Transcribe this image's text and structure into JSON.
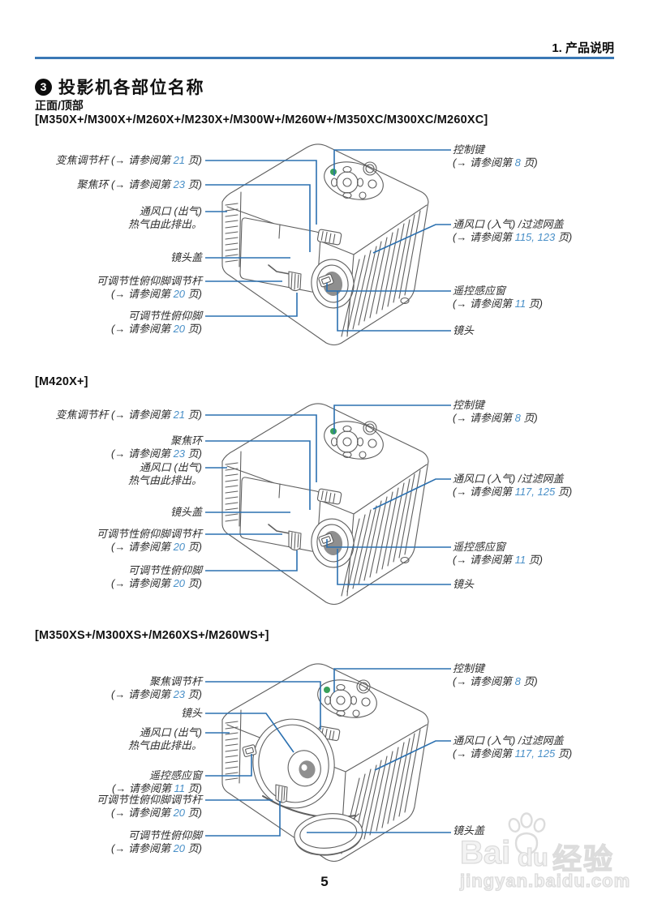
{
  "page": {
    "header_right": "1. 产品说明",
    "title_bullet": "3",
    "title": "投影机各部位名称",
    "subtitle": "正面/顶部",
    "page_number": "5"
  },
  "colors": {
    "rule_blue": "#3a78b5",
    "leader_blue": "#2b70b0",
    "ref_blue": "#4a90c8",
    "green_button": "#3aa05a",
    "drawing_gray": "#5f5f5f",
    "watermark_gray": "#dcdcdc"
  },
  "watermark": {
    "brand_latin_1": "Bai",
    "brand_latin_2": "du",
    "brand_cn": "经验",
    "url": "jingyan.baidu.com",
    "icon": "paw-print-icon"
  },
  "sections": [
    {
      "models": "[M350X+/M300X+/M260X+/M230X+/M300W+/M260W+/M350XC/M300XC/M260XC]",
      "labels_left": [
        {
          "name": "zoom-lever",
          "lines": [
            [
              {
                "t": "变焦调节杆 (→ 请参阅第 "
              },
              {
                "t": "21",
                "b": true
              },
              {
                "t": " 页)"
              }
            ]
          ]
        },
        {
          "name": "focus-ring",
          "lines": [
            [
              {
                "t": "聚焦环 (→ 请参阅第 "
              },
              {
                "t": "23",
                "b": true
              },
              {
                "t": " 页)"
              }
            ]
          ]
        },
        {
          "name": "exhaust-vent",
          "lines": [
            [
              {
                "t": "通风口 (出气)"
              }
            ],
            [
              {
                "t": "热气由此排出。"
              }
            ]
          ]
        },
        {
          "name": "lens-cap",
          "lines": [
            [
              {
                "t": "镜头盖"
              }
            ]
          ]
        },
        {
          "name": "tilt-foot-lever",
          "lines": [
            [
              {
                "t": "可调节性俯仰脚调节杆"
              }
            ],
            [
              {
                "t": "(→ 请参阅第 "
              },
              {
                "t": "20",
                "b": true
              },
              {
                "t": " 页)"
              }
            ]
          ]
        },
        {
          "name": "tilt-foot",
          "lines": [
            [
              {
                "t": "可调节性俯仰脚"
              }
            ],
            [
              {
                "t": "(→ 请参阅第 "
              },
              {
                "t": "20",
                "b": true
              },
              {
                "t": " 页)"
              }
            ]
          ]
        }
      ],
      "labels_right": [
        {
          "name": "control-keys",
          "lines": [
            [
              {
                "t": "控制键"
              }
            ],
            [
              {
                "t": "(→ 请参阅第 "
              },
              {
                "t": "8",
                "b": true
              },
              {
                "t": " 页)"
              }
            ]
          ]
        },
        {
          "name": "intake-vent-filter",
          "lines": [
            [
              {
                "t": "通风口 (入气) /过滤网盖"
              }
            ],
            [
              {
                "t": "(→ 请参阅第 "
              },
              {
                "t": "115, 123",
                "b": true
              },
              {
                "t": " 页)"
              }
            ]
          ]
        },
        {
          "name": "remote-sensor",
          "lines": [
            [
              {
                "t": "遥控感应窗"
              }
            ],
            [
              {
                "t": "(→ 请参阅第 "
              },
              {
                "t": "11",
                "b": true
              },
              {
                "t": " 页)"
              }
            ]
          ]
        },
        {
          "name": "lens",
          "lines": [
            [
              {
                "t": "镜头"
              }
            ]
          ]
        }
      ]
    },
    {
      "models": "[M420X+]",
      "labels_left": [
        {
          "name": "zoom-lever",
          "lines": [
            [
              {
                "t": "变焦调节杆 (→ 请参阅第 "
              },
              {
                "t": "21",
                "b": true
              },
              {
                "t": " 页)"
              }
            ]
          ]
        },
        {
          "name": "focus-ring",
          "lines": [
            [
              {
                "t": "聚焦环"
              }
            ],
            [
              {
                "t": "(→ 请参阅第 "
              },
              {
                "t": "23",
                "b": true
              },
              {
                "t": " 页)"
              }
            ]
          ]
        },
        {
          "name": "exhaust-vent",
          "lines": [
            [
              {
                "t": "通风口 (出气)"
              }
            ],
            [
              {
                "t": "热气由此排出。"
              }
            ]
          ]
        },
        {
          "name": "lens-cap",
          "lines": [
            [
              {
                "t": "镜头盖"
              }
            ]
          ]
        },
        {
          "name": "tilt-foot-lever",
          "lines": [
            [
              {
                "t": "可调节性俯仰脚调节杆"
              }
            ],
            [
              {
                "t": "(→ 请参阅第 "
              },
              {
                "t": "20",
                "b": true
              },
              {
                "t": " 页)"
              }
            ]
          ]
        },
        {
          "name": "tilt-foot",
          "lines": [
            [
              {
                "t": "可调节性俯仰脚"
              }
            ],
            [
              {
                "t": "(→ 请参阅第 "
              },
              {
                "t": "20",
                "b": true
              },
              {
                "t": " 页)"
              }
            ]
          ]
        }
      ],
      "labels_right": [
        {
          "name": "control-keys",
          "lines": [
            [
              {
                "t": "控制键"
              }
            ],
            [
              {
                "t": "(→ 请参阅第 "
              },
              {
                "t": "8",
                "b": true
              },
              {
                "t": " 页)"
              }
            ]
          ]
        },
        {
          "name": "intake-vent-filter",
          "lines": [
            [
              {
                "t": "通风口 (入气) /过滤网盖"
              }
            ],
            [
              {
                "t": "(→ 请参阅第 "
              },
              {
                "t": "117, 125",
                "b": true
              },
              {
                "t": " 页)"
              }
            ]
          ]
        },
        {
          "name": "remote-sensor",
          "lines": [
            [
              {
                "t": "遥控感应窗"
              }
            ],
            [
              {
                "t": "(→ 请参阅第 "
              },
              {
                "t": "11",
                "b": true
              },
              {
                "t": " 页)"
              }
            ]
          ]
        },
        {
          "name": "lens",
          "lines": [
            [
              {
                "t": "镜头"
              }
            ]
          ]
        }
      ]
    },
    {
      "models": "[M350XS+/M300XS+/M260XS+/M260WS+]",
      "labels_left": [
        {
          "name": "focus-lever",
          "lines": [
            [
              {
                "t": "聚焦调节杆"
              }
            ],
            [
              {
                "t": "(→ 请参阅第 "
              },
              {
                "t": "23",
                "b": true
              },
              {
                "t": " 页)"
              }
            ]
          ]
        },
        {
          "name": "lens",
          "lines": [
            [
              {
                "t": "镜头"
              }
            ]
          ]
        },
        {
          "name": "exhaust-vent",
          "lines": [
            [
              {
                "t": "通风口 (出气)"
              }
            ],
            [
              {
                "t": "热气由此排出。"
              }
            ]
          ]
        },
        {
          "name": "remote-sensor",
          "lines": [
            [
              {
                "t": "遥控感应窗"
              }
            ],
            [
              {
                "t": "(→ 请参阅第 "
              },
              {
                "t": "11",
                "b": true
              },
              {
                "t": " 页)"
              }
            ]
          ]
        },
        {
          "name": "tilt-foot-lever",
          "lines": [
            [
              {
                "t": "可调节性俯仰脚调节杆"
              }
            ],
            [
              {
                "t": "(→ 请参阅第 "
              },
              {
                "t": "20",
                "b": true
              },
              {
                "t": " 页)"
              }
            ]
          ]
        },
        {
          "name": "tilt-foot",
          "lines": [
            [
              {
                "t": "可调节性俯仰脚"
              }
            ],
            [
              {
                "t": "(→ 请参阅第 "
              },
              {
                "t": "20",
                "b": true
              },
              {
                "t": " 页)"
              }
            ]
          ]
        }
      ],
      "labels_right": [
        {
          "name": "control-keys",
          "lines": [
            [
              {
                "t": "控制键"
              }
            ],
            [
              {
                "t": "(→ 请参阅第 "
              },
              {
                "t": "8",
                "b": true
              },
              {
                "t": " 页)"
              }
            ]
          ]
        },
        {
          "name": "intake-vent-filter",
          "lines": [
            [
              {
                "t": "通风口 (入气) /过滤网盖"
              }
            ],
            [
              {
                "t": "(→ 请参阅第 "
              },
              {
                "t": "117, 125",
                "b": true
              },
              {
                "t": " 页)"
              }
            ]
          ]
        },
        {
          "name": "lens-cap",
          "lines": [
            [
              {
                "t": "镜头盖"
              }
            ]
          ]
        }
      ]
    }
  ]
}
